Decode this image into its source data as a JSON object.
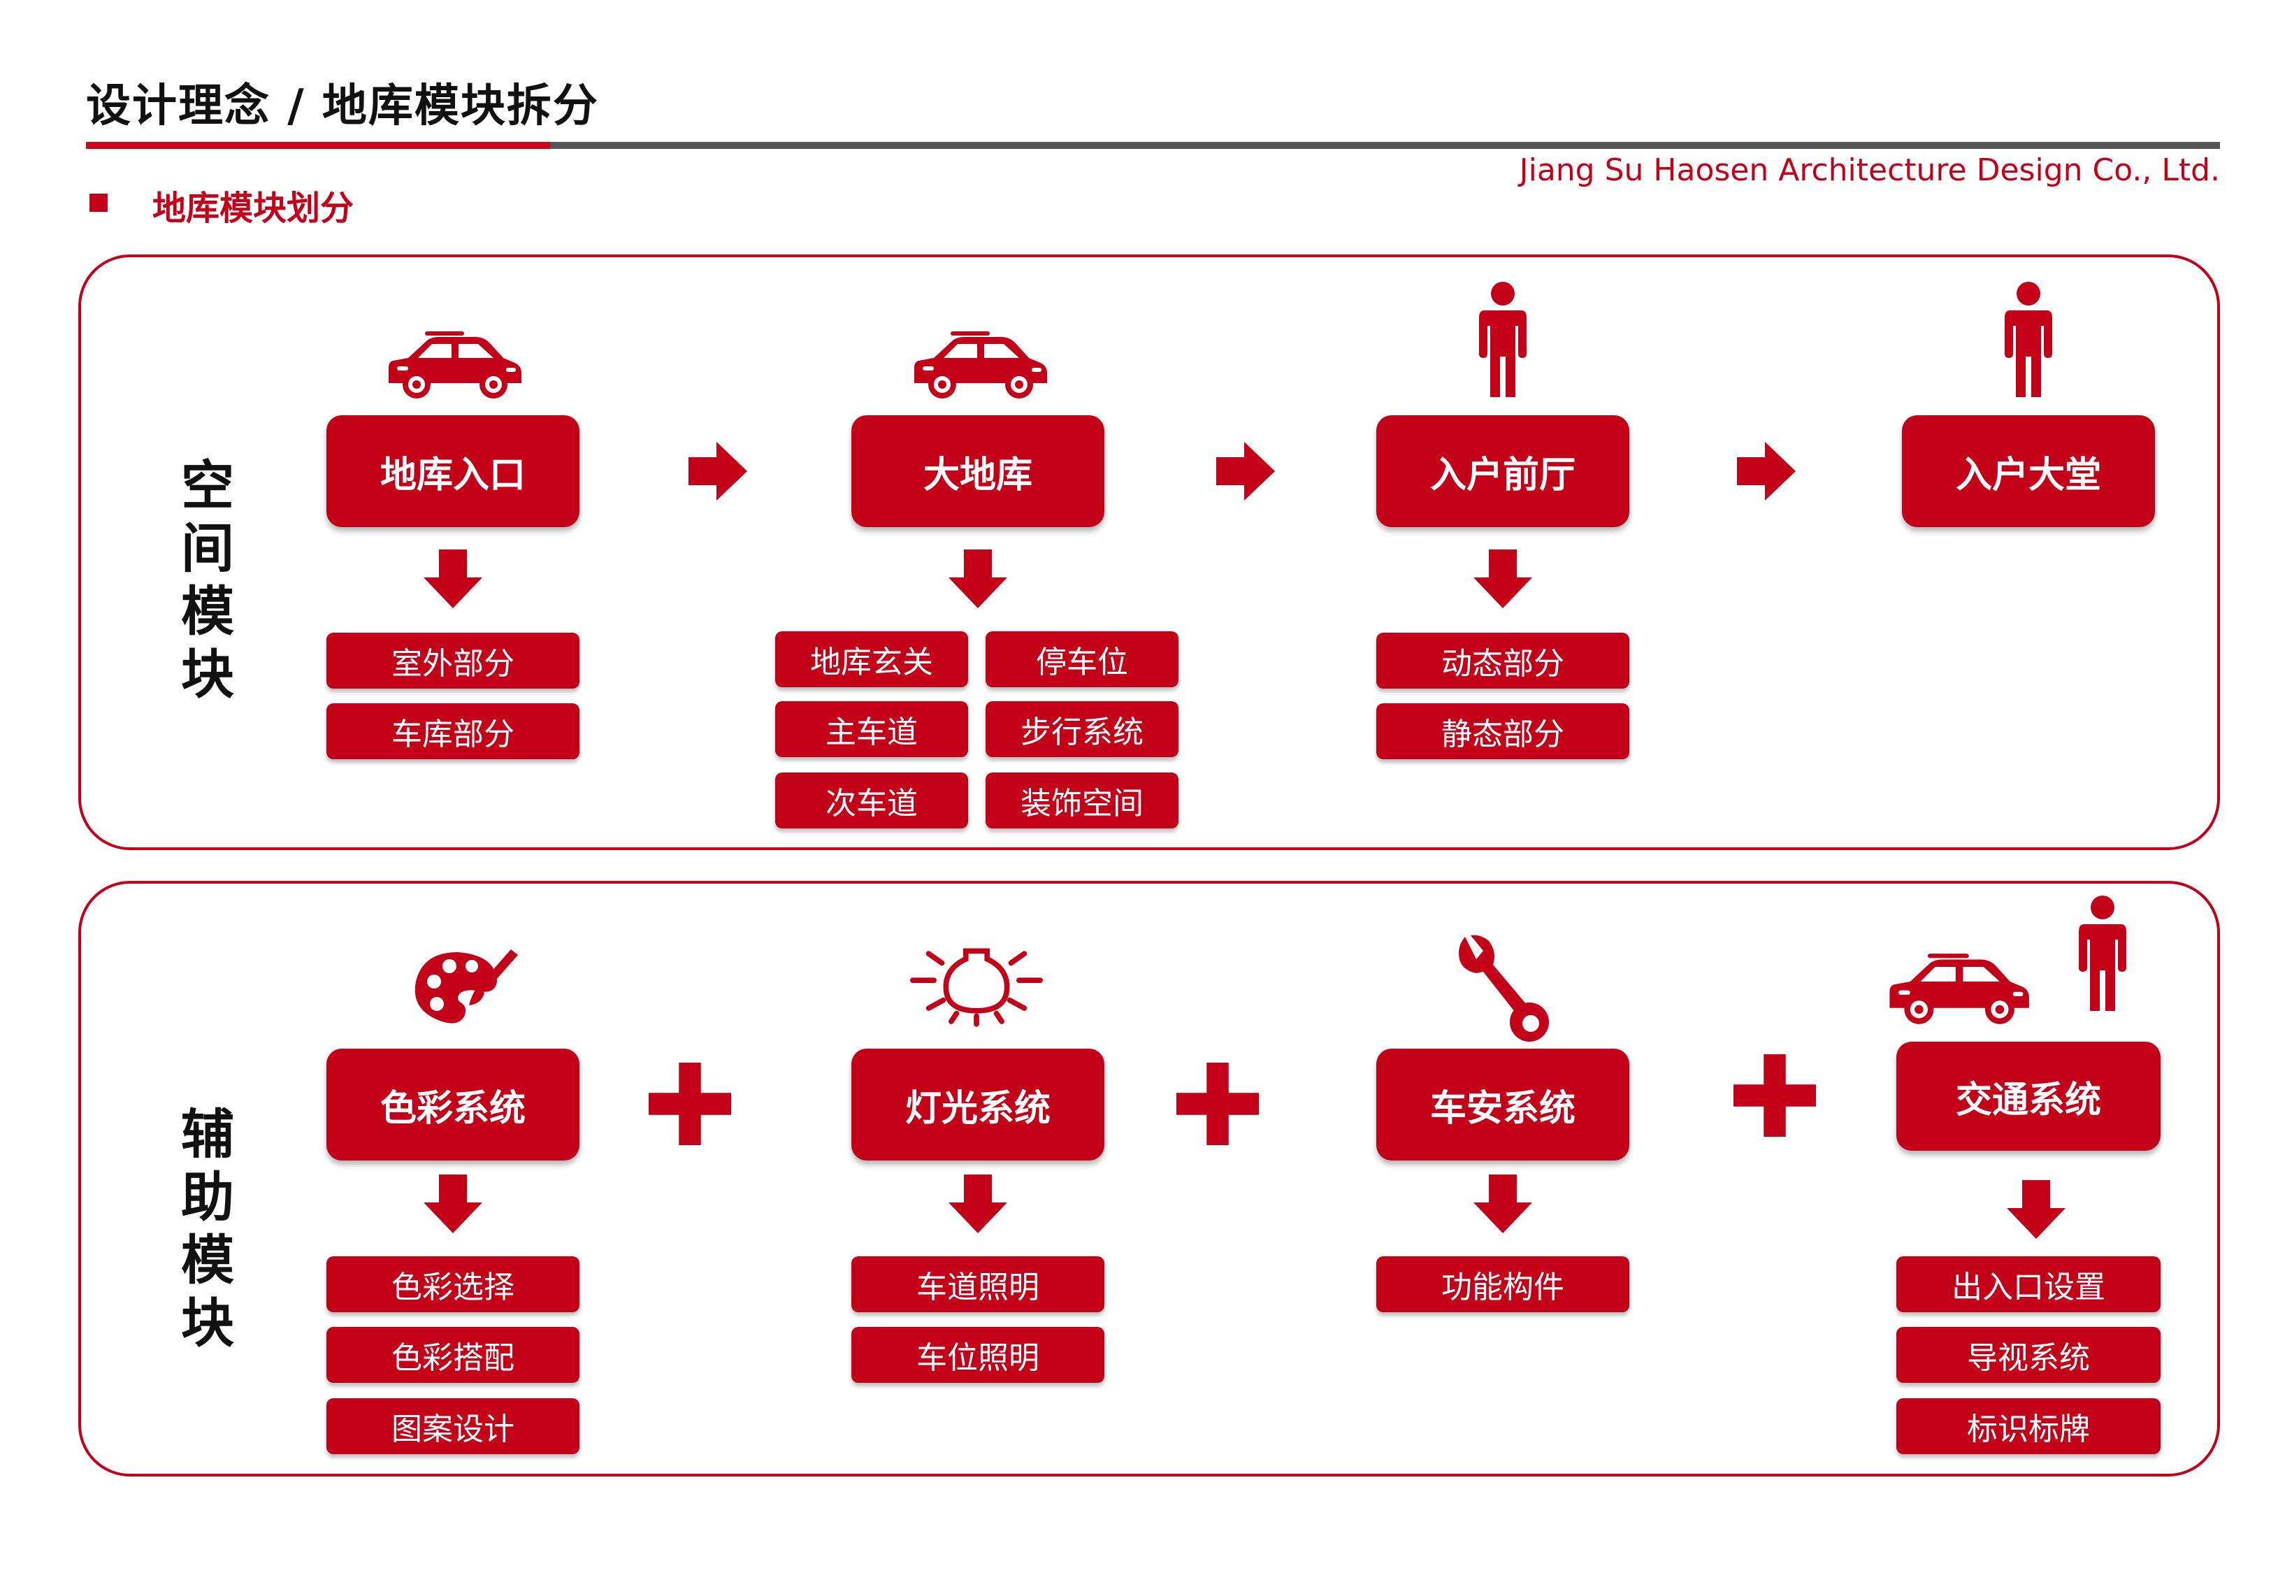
{
  "header": {
    "title": "设计理念 / 地库模块拆分",
    "company": "Jiang Su Haosen Architecture Design Co., Ltd.",
    "section_title": "地库模块划分"
  },
  "colors": {
    "accent": "#c40018",
    "rule": "#555555",
    "text": "#111111"
  },
  "space_module": {
    "label_chars": [
      "空",
      "间",
      "模",
      "块"
    ],
    "stages": [
      {
        "name": "地库入口",
        "icon": "car-icon",
        "items": [
          "室外部分",
          "车库部分"
        ]
      },
      {
        "name": "大地库",
        "icon": "car-icon",
        "items": [
          "地库玄关",
          "停车位",
          "主车道",
          "步行系统",
          "次车道",
          "装饰空间"
        ]
      },
      {
        "name": "入户前厅",
        "icon": "person-icon",
        "items": [
          "动态部分",
          "静态部分"
        ]
      },
      {
        "name": "入户大堂",
        "icon": "person-icon",
        "items": []
      }
    ],
    "connector_icon": "arrow-right-icon"
  },
  "aux_module": {
    "label_chars": [
      "辅",
      "助",
      "模",
      "块"
    ],
    "stages": [
      {
        "name": "色彩系统",
        "icon": "palette-icon",
        "items": [
          "色彩选择",
          "色彩搭配",
          "图案设计"
        ]
      },
      {
        "name": "灯光系统",
        "icon": "lightbulb-icon",
        "items": [
          "车道照明",
          "车位照明"
        ]
      },
      {
        "name": "车安系统",
        "icon": "wrench-icon",
        "items": [
          "功能构件"
        ]
      },
      {
        "name": "交通系统",
        "icon": "car-and-person-icon",
        "items": [
          "出入口设置",
          "导视系统",
          "标识标牌"
        ]
      }
    ],
    "connector_icon": "plus-icon"
  }
}
